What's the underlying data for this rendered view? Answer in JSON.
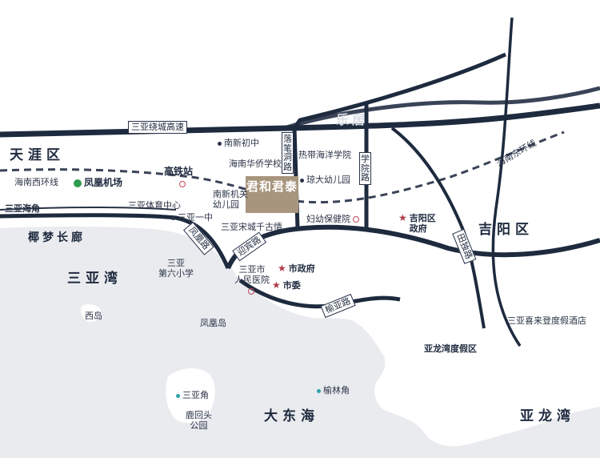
{
  "map": {
    "colors": {
      "road": "#1e2a3e",
      "sea": "#e9ebef",
      "project": "#a8957d",
      "railway": "#3a4357",
      "accent": "#b03a48"
    },
    "project_label": "君和君泰",
    "areas": {
      "tianya": "天涯区",
      "jiyang": "吉阳区",
      "sanya_bay": "三亚湾",
      "yelang": "椰梦长廊",
      "dadonghai": "大东海",
      "yalong_bay": "亚龙湾"
    },
    "roads": {
      "ring_expressway": "三亚绕城高速",
      "luobi": "落笔洞路",
      "xueyuan": "学院路",
      "fenghuang": "凤凰路",
      "yingbin": "迎宾路",
      "yuya": "榆亚路",
      "tiandu": "田独路",
      "hainan_east_ring": "海南东环线",
      "hainan_west_ring": "海南西环线",
      "sanya_haijiao": "三亚海角"
    },
    "pois": {
      "nanxin_middle": "南新初中",
      "huaqiao_school": "海南华侨学校",
      "tropical_marine": "热带海洋学院",
      "gaotie": "高铁站",
      "airport": "凤凰机场",
      "qiongda_kindergarten": "琼大幼儿园",
      "nanxin_kindergarten": "南新机关\n幼儿园",
      "sports_center": "三亚体育中心",
      "sanya_no1": "三亚一中",
      "songcheng": "三亚宋城千古情",
      "maternal_hospital": "妇幼保健院",
      "jiyang_gov": "吉阳区\n政府",
      "sixth_primary": "三亚\n第六小学",
      "people_hospital": "三亚市\n人民医院",
      "city_gov": "市政府",
      "city_committee": "市委",
      "xidao": "西岛",
      "fenghuang_island": "凤凰岛",
      "yalong_resort": "亚龙湾度假区",
      "xilaideng": "三亚喜来登度假酒店",
      "yulinjiao": "榆林角",
      "sanyajiao": "三亚角",
      "luhuitou": "鹿回头\n公园"
    },
    "watermark": "乐居"
  }
}
